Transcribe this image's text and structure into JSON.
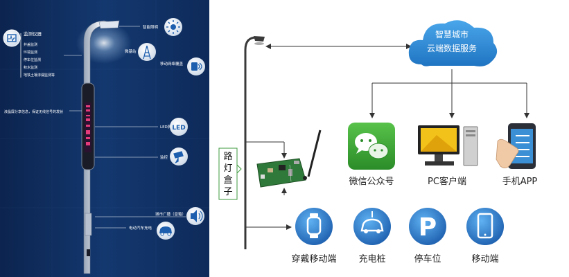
{
  "left_panel": {
    "monitor_title": "监测仪器",
    "monitor_items": [
      "井盖监测",
      "环境监测",
      "停车位监测",
      "积水监测",
      "地铁土壤渗漏监测等"
    ],
    "led_screen_note": "液晶屏分享信息，保证无线信号的发射",
    "features": [
      {
        "label": "智能照明",
        "icon": "sun-icon"
      },
      {
        "label": "微基站",
        "icon": "antenna-icon"
      },
      {
        "label": "移动网络覆盖",
        "icon": "wifi-icon"
      },
      {
        "label": "LED屏",
        "icon": "led-icon",
        "badge": "LED"
      },
      {
        "label": "监控",
        "icon": "camera-icon"
      },
      {
        "label": "城市广播（音箱）",
        "icon": "speaker-icon"
      },
      {
        "label": "电动汽车充电",
        "icon": "car-icon"
      }
    ]
  },
  "right_panel": {
    "cloud_line1": "智慧城市",
    "cloud_line2": "云端数据服务",
    "box_label": [
      "路",
      "灯",
      "盒",
      "子"
    ],
    "clients": [
      {
        "label": "微信公众号",
        "icon": "wechat-icon"
      },
      {
        "label": "PC客户端",
        "icon": "pc-icon"
      },
      {
        "label": "手机APP",
        "icon": "phone-app-icon"
      }
    ],
    "endpoints": [
      {
        "label": "穿戴移动端",
        "icon": "watch-icon"
      },
      {
        "label": "充电桩",
        "icon": "charging-car-icon"
      },
      {
        "label": "停车位",
        "icon": "parking-icon",
        "glyph": "P"
      },
      {
        "label": "移动端",
        "icon": "mobile-icon"
      }
    ]
  },
  "colors": {
    "left_bg": "#0f2b5c",
    "left_bg_light": "#1b4f8f",
    "cloud": "#2f8fd8",
    "endpoint_blue": "#2a74c4",
    "wechat_green": "#3aa832",
    "arrow": "#333333"
  }
}
